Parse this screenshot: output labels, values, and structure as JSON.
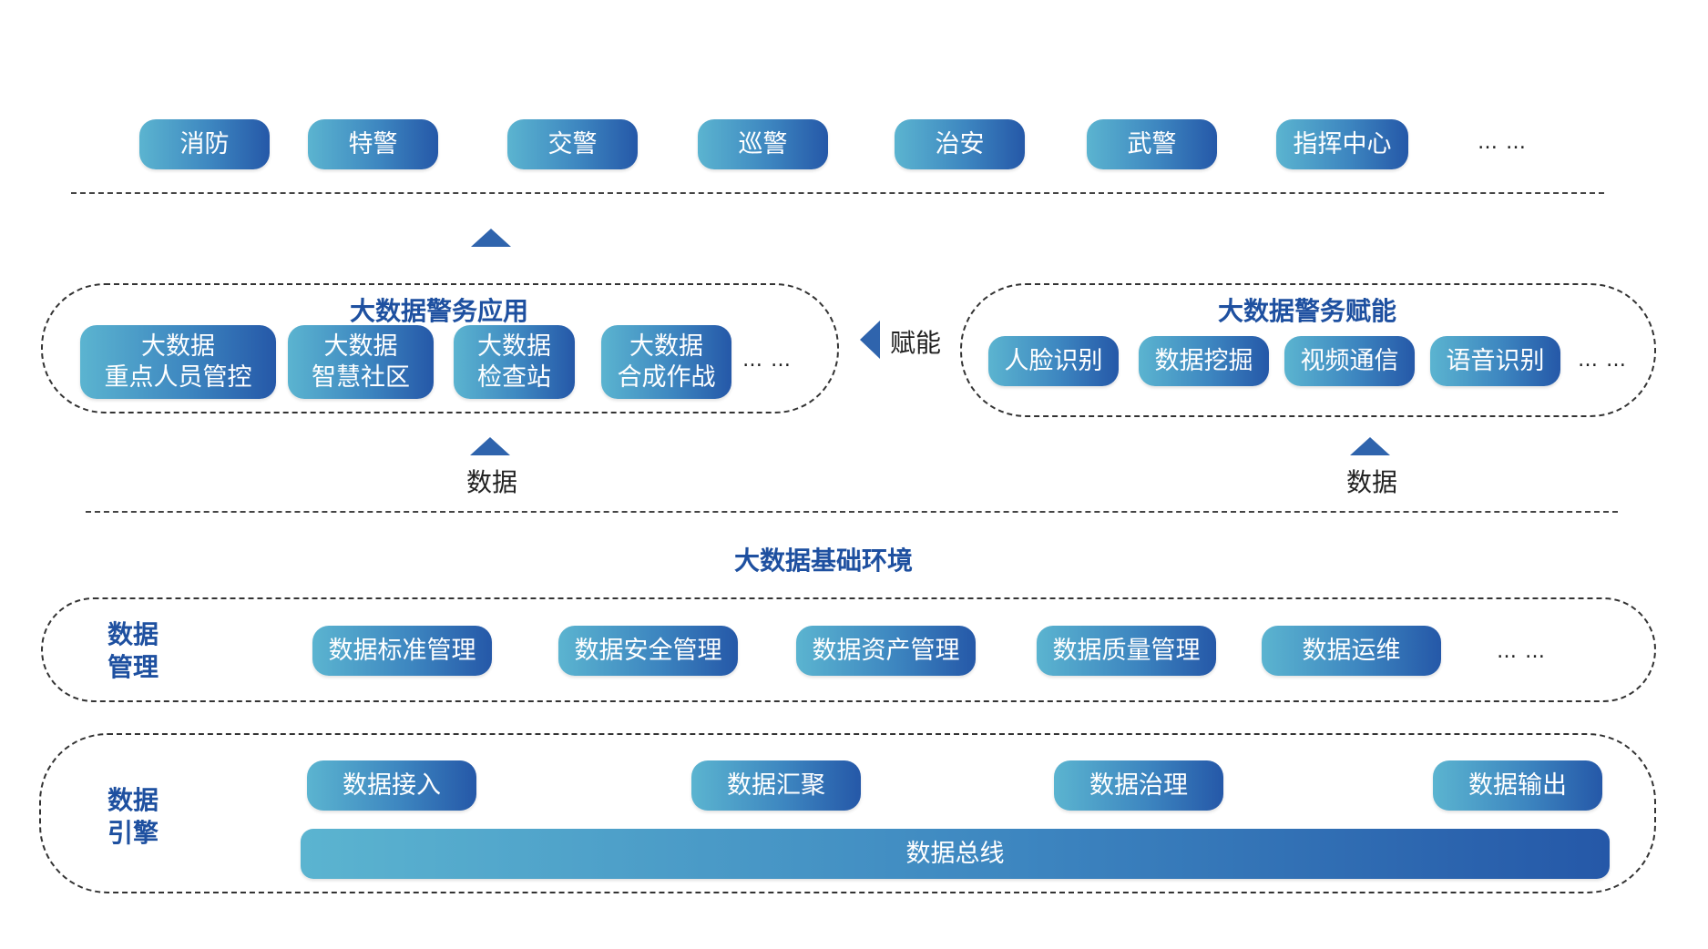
{
  "top_units": {
    "items": [
      "消防",
      "特警",
      "交警",
      "巡警",
      "治安",
      "武警",
      "指挥中心"
    ],
    "ellipsis": "… …"
  },
  "applications": {
    "title": "大数据警务应用",
    "items": [
      {
        "line1": "大数据",
        "line2": "重点人员管控"
      },
      {
        "line1": "大数据",
        "line2": "智慧社区"
      },
      {
        "line1": "大数据",
        "line2": "检查站"
      },
      {
        "line1": "大数据",
        "line2": "合成作战"
      }
    ],
    "ellipsis": "… …"
  },
  "empower": {
    "arrow_label": "赋能",
    "title": "大数据警务赋能",
    "items": [
      "人脸识别",
      "数据挖掘",
      "视频通信",
      "语音识别"
    ],
    "ellipsis": "… …"
  },
  "data_labels": {
    "left": "数据",
    "right": "数据"
  },
  "foundation": {
    "title": "大数据基础环境"
  },
  "data_management": {
    "title_line1": "数据",
    "title_line2": "管理",
    "items": [
      "数据标准管理",
      "数据安全管理",
      "数据资产管理",
      "数据质量管理",
      "数据运维"
    ],
    "ellipsis": "… …"
  },
  "data_engine": {
    "title_line1": "数据",
    "title_line2": "引擎",
    "items": [
      "数据接入",
      "数据汇聚",
      "数据治理",
      "数据输出"
    ],
    "bus": "数据总线"
  },
  "colors": {
    "pill_start": "#5bb4d0",
    "pill_end": "#2558a8",
    "heading": "#1e50a0",
    "arrow": "#2f64ad"
  }
}
